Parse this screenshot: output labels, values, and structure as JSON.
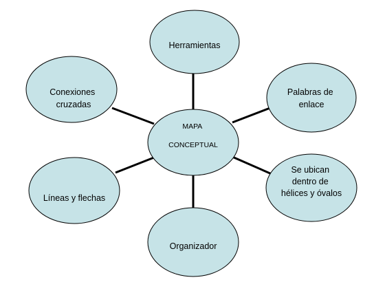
{
  "diagram": {
    "type": "concept-map",
    "colors": {
      "node_fill": "#c6e3e7",
      "node_stroke": "#000000",
      "connector": "#000000",
      "background": "#ffffff"
    },
    "center": {
      "lines": [
        "MAPA",
        "CONCEPTUAL"
      ]
    },
    "nodes": [
      {
        "id": "herramientas",
        "lines": [
          "Herramientas"
        ]
      },
      {
        "id": "palabras-enlace",
        "lines": [
          "Palabras de",
          "enlace"
        ]
      },
      {
        "id": "helices-ovalos",
        "lines": [
          "Se ubican",
          "dentro de",
          "hélices y óvalos"
        ]
      },
      {
        "id": "organizador",
        "lines": [
          "Organizador"
        ]
      },
      {
        "id": "lineas-flechas",
        "lines": [
          "Líneas y flechas"
        ]
      },
      {
        "id": "conexiones-cruzadas",
        "lines": [
          "Conexiones",
          "cruzadas"
        ]
      }
    ]
  }
}
